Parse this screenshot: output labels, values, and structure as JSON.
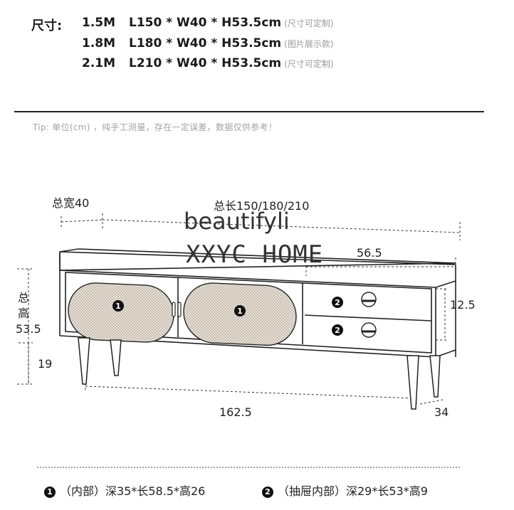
{
  "header": {
    "size_label": "尺寸:",
    "rows": [
      {
        "length": "1.5M",
        "dims": "L150 * W40 * H53.5cm",
        "note": "(尺寸可定制)"
      },
      {
        "length": "1.8M",
        "dims": "L180 * W40 * H53.5cm",
        "note": "(图片展示款)"
      },
      {
        "length": "2.1M",
        "dims": "L210 * W40 * H53.5cm",
        "note": "(尺寸可定制)"
      }
    ]
  },
  "tip": "Tip: 单位(cm) ，纯手工测量，存在一定误差，数据仅供参考！",
  "diagram": {
    "width_label": "总宽40",
    "length_label": "总长150/180/210",
    "drawer_width": "56.5",
    "drawer_height": "12.5",
    "total_height": "总高 53.5",
    "leg_height": "19",
    "leg_span": "162.5",
    "depth": "34",
    "marker_1": "1",
    "marker_2": "2"
  },
  "watermark": {
    "line1": "beautifyli",
    "line2": "XXYC HOME"
  },
  "footer": {
    "item1": "（内部）深35*长58.5*高26",
    "item2": "（抽屉内部）深29*长53*高9"
  },
  "colors": {
    "line": "#222222",
    "rattan": "#b3a898",
    "tip_text": "#a3a3a3"
  }
}
